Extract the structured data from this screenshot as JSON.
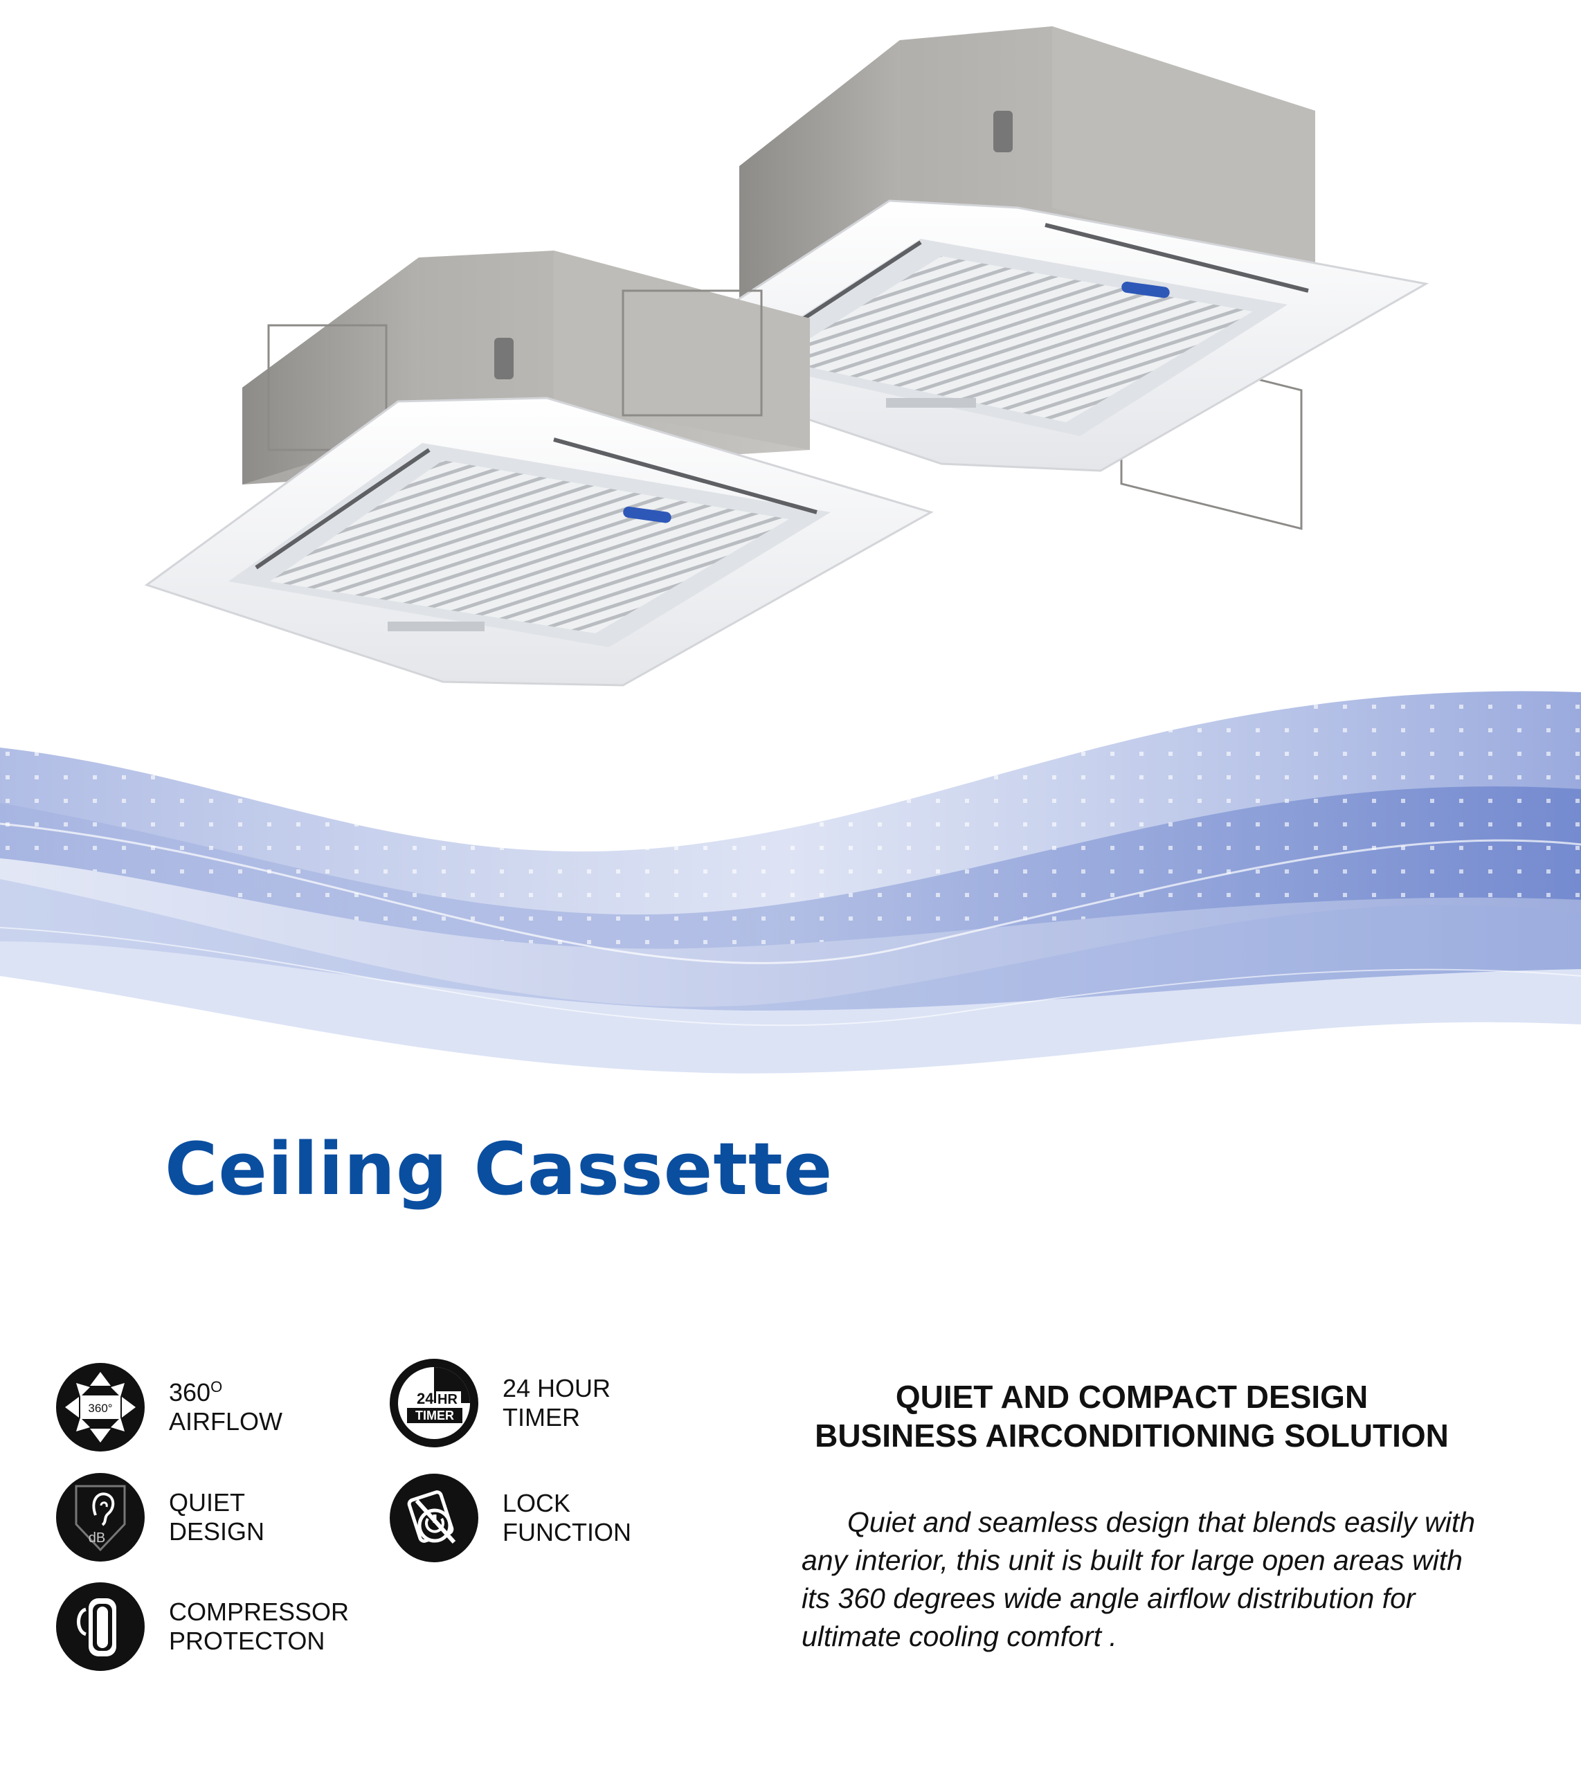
{
  "title": "Ceiling Cassette",
  "features": [
    {
      "id": "airflow",
      "line1": "360",
      "line1_sup": "O",
      "line2": "AIRFLOW",
      "icon": "airflow-360-icon",
      "icon_text": "360°"
    },
    {
      "id": "timer",
      "line1": "24 HOUR",
      "line2": "TIMER",
      "icon": "timer-24hr-icon",
      "icon_text_1": "24",
      "icon_text_2": "HR",
      "icon_text_3": "TIMER"
    },
    {
      "id": "quiet",
      "line1": "QUIET",
      "line2": "DESIGN",
      "icon": "quiet-ear-icon",
      "icon_text": "dB"
    },
    {
      "id": "lock",
      "line1": "LOCK",
      "line2": "FUNCTION",
      "icon": "lock-function-icon"
    },
    {
      "id": "compressor",
      "line1": "COMPRESSOR",
      "line2": "PROTECTON",
      "icon": "compressor-icon"
    }
  ],
  "headline": {
    "line1": "QUIET AND COMPACT DESIGN",
    "line2": "BUSINESS AIRCONDITIONING SOLUTION"
  },
  "description": "Quiet and seamless design that blends easily with any interior, this unit is built for large open areas with its 360 degrees wide angle airflow distribution for ultimate cooling comfort .",
  "colors": {
    "title": "#0a4ea0",
    "wave": "#6f86cf",
    "icon": "#111111"
  }
}
